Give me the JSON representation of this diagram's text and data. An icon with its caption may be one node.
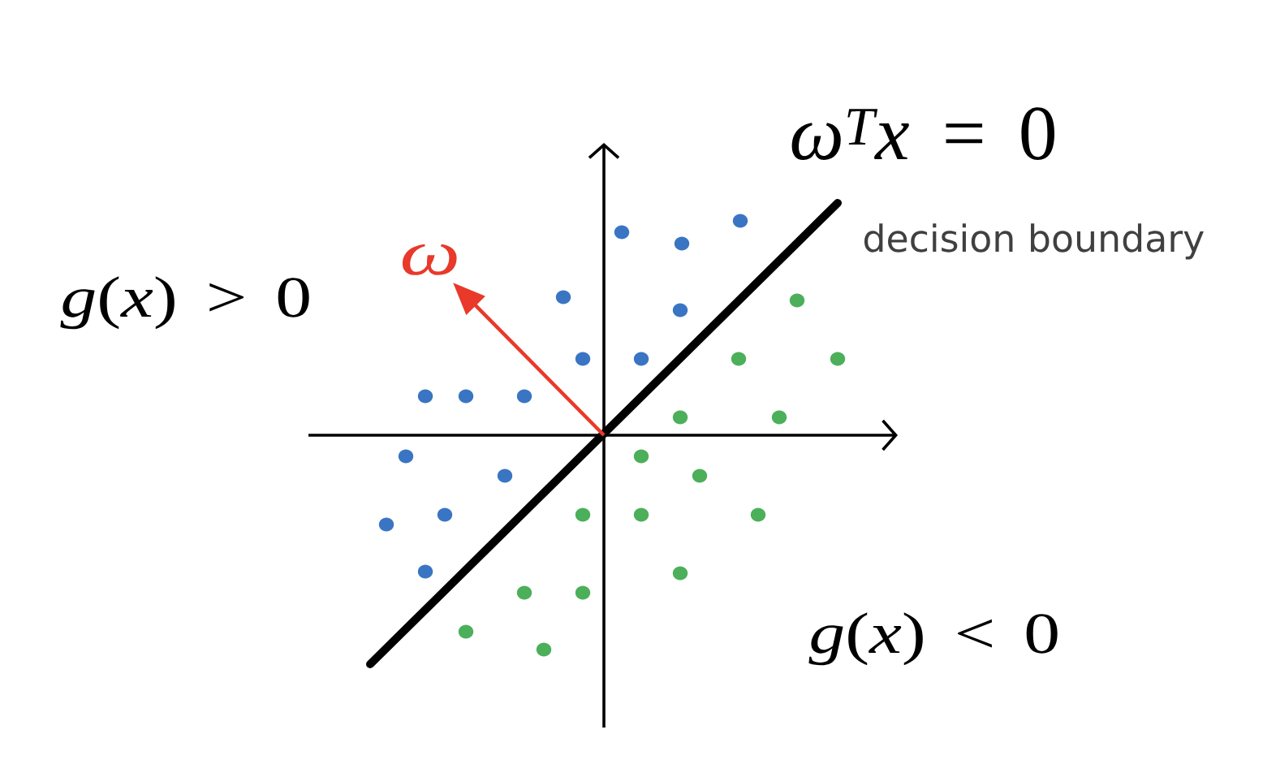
{
  "diagram": {
    "labels": [
      "*ω*$^{T}$*x* = 0",
      "decision boundary",
      "ω",
      "*g*(*x*) > 0",
      "*g*(*x*) < 0"
    ]
  }
}
